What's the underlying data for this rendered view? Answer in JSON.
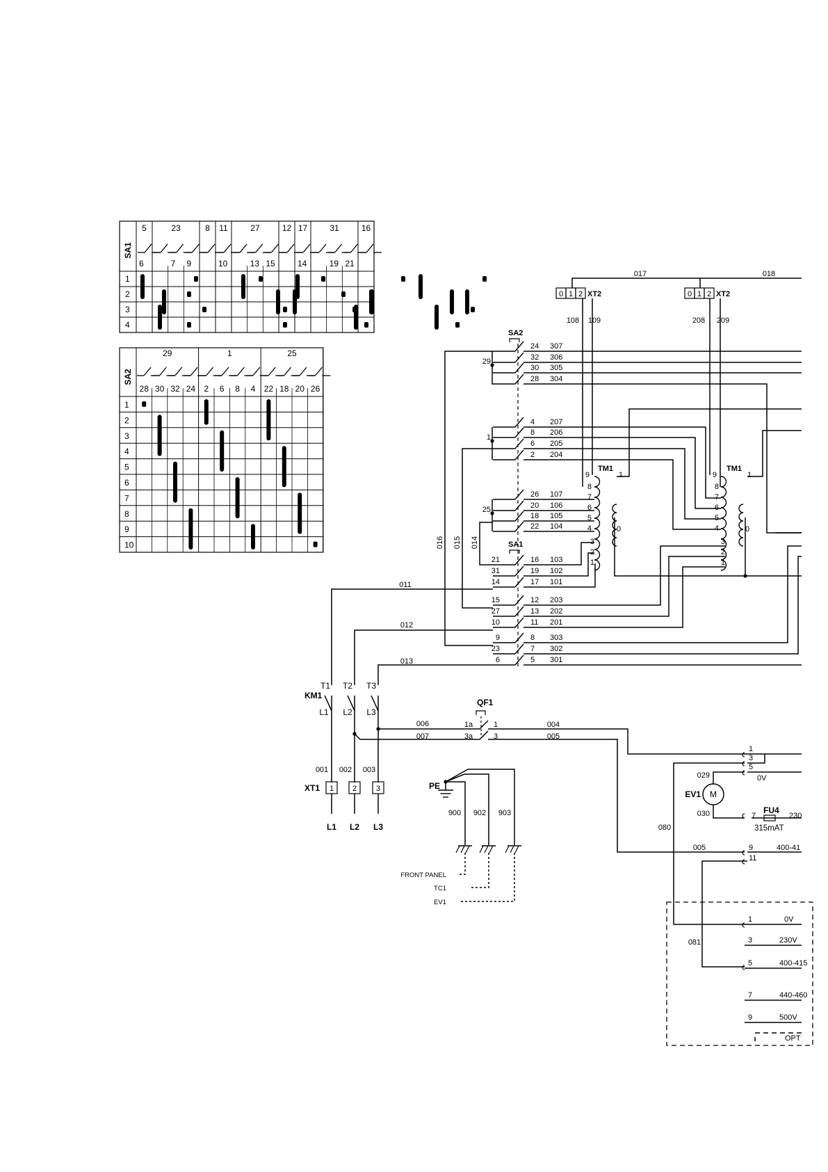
{
  "sa1_table": {
    "title": "SA1",
    "groups": [
      {
        "top": "5",
        "bottom": [
          "6"
        ]
      },
      {
        "top": "23",
        "bottom": [
          "",
          "7",
          "9"
        ]
      },
      {
        "top": "8",
        "bottom": [
          ""
        ]
      },
      {
        "top": "11",
        "bottom": [
          "10"
        ]
      },
      {
        "top": "27",
        "bottom": [
          "",
          "13",
          "15"
        ]
      },
      {
        "top": "12",
        "bottom": [
          ""
        ]
      },
      {
        "top": "17",
        "bottom": [
          "14"
        ]
      },
      {
        "top": "31",
        "bottom": [
          "",
          "19",
          "21"
        ]
      },
      {
        "top": "16",
        "bottom": [
          ""
        ]
      }
    ],
    "rows": [
      "1",
      "2",
      "3",
      "4"
    ]
  },
  "sa2_table": {
    "title": "SA2",
    "groups": [
      {
        "top": "29",
        "bottom": [
          "28",
          "30",
          "32",
          "24"
        ]
      },
      {
        "top": "1",
        "bottom": [
          "2",
          "6",
          "8",
          "4"
        ]
      },
      {
        "top": "25",
        "bottom": [
          "22",
          "18",
          "20",
          "26"
        ]
      }
    ],
    "rows": [
      "1",
      "2",
      "3",
      "4",
      "5",
      "6",
      "7",
      "8",
      "9",
      "10"
    ]
  },
  "labels": {
    "sa2": "SA2",
    "sa1": "SA1",
    "xt2": "XT2",
    "tm1": "TM1",
    "km1": "KM1",
    "qf1": "QF1",
    "pe": "PE",
    "ev1": "EV1",
    "motor": "M",
    "fu4": "FU4",
    "fu4_rating": "315mAT",
    "xt1": "XT1",
    "front_panel": "FRONT PANEL",
    "tc1": "TC1",
    "ev1_ground": "EV1",
    "opt": "OPT"
  },
  "wire_numbers": {
    "w017": "017",
    "w018": "018",
    "w108": "108",
    "w109": "109",
    "w208": "208",
    "w209": "209",
    "w011": "011",
    "w012": "012",
    "w013": "013",
    "w016": "016",
    "w015": "015",
    "w014": "014",
    "w006": "006",
    "w007": "007",
    "w004": "004",
    "w005a": "005",
    "w005b": "005",
    "w001": "001",
    "w002": "002",
    "w003": "003",
    "w900": "900",
    "w902": "902",
    "w903": "903",
    "w029": "029",
    "w030": "030",
    "w080": "080",
    "w081": "081"
  },
  "sa2_contacts": [
    {
      "left": "",
      "right": "24",
      "wire": "307"
    },
    {
      "left": "",
      "right": "32",
      "wire": "306"
    },
    {
      "left": "",
      "right": "30",
      "wire": "305"
    },
    {
      "left": "",
      "right": "28",
      "wire": "304"
    },
    {
      "left": "",
      "right": "4",
      "wire": "207"
    },
    {
      "left": "",
      "right": "8",
      "wire": "206"
    },
    {
      "left": "",
      "right": "6",
      "wire": "205"
    },
    {
      "left": "",
      "right": "2",
      "wire": "204"
    },
    {
      "left": "",
      "right": "26",
      "wire": "107"
    },
    {
      "left": "",
      "right": "20",
      "wire": "106"
    },
    {
      "left": "",
      "right": "18",
      "wire": "105"
    },
    {
      "left": "",
      "right": "22",
      "wire": "104"
    },
    {
      "left": "21",
      "right": "16",
      "wire": "103"
    },
    {
      "left": "31",
      "right": "19",
      "wire": "102"
    },
    {
      "left": "14",
      "right": "17",
      "wire": "101"
    },
    {
      "left": "15",
      "right": "12",
      "wire": "203"
    },
    {
      "left": "27",
      "right": "13",
      "wire": "202"
    },
    {
      "left": "10",
      "right": "11",
      "wire": "201"
    },
    {
      "left": "9",
      "right": "8",
      "wire": "303"
    },
    {
      "left": "23",
      "right": "7",
      "wire": "302"
    },
    {
      "left": "6",
      "right": "5",
      "wire": "301"
    }
  ],
  "common_nodes": {
    "c29": "29",
    "c1": "1",
    "c25": "25"
  },
  "xt2_terminals": [
    "0",
    "1",
    "2"
  ],
  "tm1_pins": {
    "primary_top": "9",
    "p8": "8",
    "p7": "7",
    "p6": "6",
    "p5": "5",
    "p4": "4",
    "p3": "3",
    "p2": "2",
    "p1": "1",
    "sec_top": "1",
    "sec_bottom": "0"
  },
  "km1_pins": {
    "t1": "T1",
    "t2": "T2",
    "t3": "T3",
    "l1": "L1",
    "l2": "L2",
    "l3": "L3"
  },
  "qf1_pins": {
    "a1": "1a",
    "a3": "3a",
    "b1": "1",
    "b3": "3"
  },
  "xt1_terminals": [
    "1",
    "2",
    "3"
  ],
  "supply": [
    "L1",
    "L2",
    "L3"
  ],
  "transformer_taps": {
    "t1": "1",
    "t3": "3",
    "t5": "5",
    "v0": "0V",
    "t7": "7",
    "v230": "230",
    "t9": "9",
    "v400": "400-41",
    "t11": "11"
  },
  "option_taps": [
    {
      "pin": "1",
      "volt": "0V"
    },
    {
      "pin": "3",
      "volt": "230V"
    },
    {
      "pin": "5",
      "volt": "400-415"
    },
    {
      "pin": "7",
      "volt": "440-460"
    },
    {
      "pin": "9",
      "volt": "500V"
    }
  ]
}
